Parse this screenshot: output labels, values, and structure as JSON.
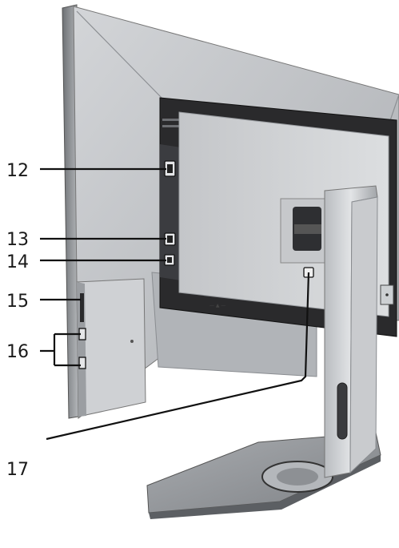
{
  "callouts": [
    {
      "id": "12",
      "label": "12"
    },
    {
      "id": "13",
      "label": "13"
    },
    {
      "id": "14",
      "label": "14"
    },
    {
      "id": "15",
      "label": "15"
    },
    {
      "id": "16",
      "label": "16"
    },
    {
      "id": "17",
      "label": "17"
    }
  ],
  "colors": {
    "body": "#bfc1c4",
    "body_light": "#d6d8da",
    "body_dark": "#8e9195",
    "panel": "#d2d4d6",
    "frame_dark": "#2a2a2c",
    "bezel": "#4a4c50",
    "leader": "#111111"
  }
}
